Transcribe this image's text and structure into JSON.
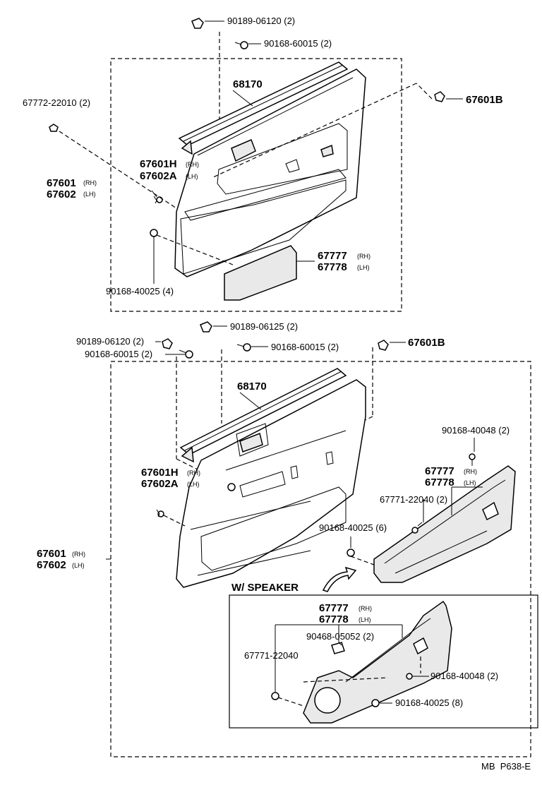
{
  "upper": {
    "clip1": "90189-06120 (2)",
    "screw1": "90168-60015 (2)",
    "weatherstrip": "68170",
    "clip_left": "67772-22010 (2)",
    "clip_right": "67601B",
    "clip_h_num1": "67601H",
    "clip_h_num2": "67602A",
    "board_num1": "67601",
    "board_num2": "67602",
    "armrest_num1": "67777",
    "armrest_num2": "67778",
    "screw_bottom": "90168-40025 (4)"
  },
  "lower": {
    "clip_top": "90189-06125 (2)",
    "screw_top": "90168-60015 (2)",
    "clip_left": "90189-06120 (2)",
    "screw_left": "90168-60015 (2)",
    "clip_right": "67601B",
    "weatherstrip": "68170",
    "screw_armrest": "90168-40048 (2)",
    "clip_h_num1": "67601H",
    "clip_h_num2": "67602A",
    "armrest_num1": "67777",
    "armrest_num2": "67778",
    "bracket": "67771-22040 (2)",
    "screw_mid": "90168-40025 (6)",
    "board_num1": "67601",
    "board_num2": "67602"
  },
  "speaker": {
    "title": "W/ SPEAKER",
    "armrest_num1": "67777",
    "armrest_num2": "67778",
    "nut": "90468-05052 (2)",
    "bracket": "67771-22040",
    "screw1": "90168-40048 (2)",
    "screw2": "90168-40025 (8)"
  },
  "suffix": {
    "rh": "(RH)",
    "lh": "(LH)"
  },
  "footer": "MB  P638-E"
}
